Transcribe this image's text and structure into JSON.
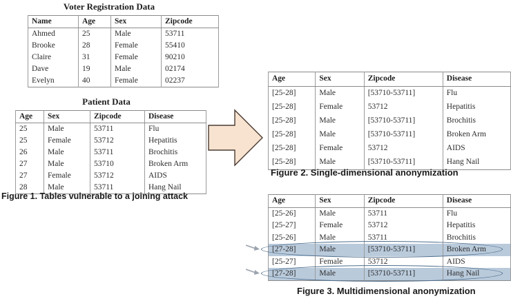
{
  "figure1": {
    "voter_table": {
      "title": "Voter Registration Data",
      "columns": [
        "Name",
        "Age",
        "Sex",
        "Zipcode"
      ],
      "rows": [
        [
          "Ahmed",
          "25",
          "Male",
          "53711"
        ],
        [
          "Brooke",
          "28",
          "Female",
          "55410"
        ],
        [
          "Claire",
          "31",
          "Female",
          "90210"
        ],
        [
          "Dave",
          "19",
          "Male",
          "02174"
        ],
        [
          "Evelyn",
          "40",
          "Female",
          "02237"
        ]
      ]
    },
    "patient_table": {
      "title": "Patient Data",
      "columns": [
        "Age",
        "Sex",
        "Zipcode",
        "Disease"
      ],
      "rows": [
        [
          "25",
          "Male",
          "53711",
          "Flu"
        ],
        [
          "25",
          "Female",
          "53712",
          "Hepatitis"
        ],
        [
          "26",
          "Male",
          "53711",
          "Brochitis"
        ],
        [
          "27",
          "Male",
          "53710",
          "Broken Arm"
        ],
        [
          "27",
          "Female",
          "53712",
          "AIDS"
        ],
        [
          "28",
          "Male",
          "53711",
          "Hang Nail"
        ]
      ]
    },
    "caption": "Figure 1. Tables vulnerable to a joining attack"
  },
  "figure2": {
    "table": {
      "columns": [
        "Age",
        "Sex",
        "Zipcode",
        "Disease"
      ],
      "rows": [
        [
          "[25-28]",
          "Male",
          "[53710-53711]",
          "Flu"
        ],
        [
          "[25-28]",
          "Female",
          "53712",
          "Hepatitis"
        ],
        [
          "[25-28]",
          "Male",
          "[53710-53711]",
          "Brochitis"
        ],
        [
          "[25-28]",
          "Male",
          "[53710-53711]",
          "Broken Arm"
        ],
        [
          "[25-28]",
          "Female",
          "53712",
          "AIDS"
        ],
        [
          "[25-28]",
          "Male",
          "[53710-53711]",
          "Hang Nail"
        ]
      ]
    },
    "caption": "Figure 2. Single-dimensional anonymization"
  },
  "figure3": {
    "table": {
      "columns": [
        "Age",
        "Sex",
        "Zipcode",
        "Disease"
      ],
      "rows": [
        [
          "[25-26]",
          "Male",
          "53711",
          "Flu"
        ],
        [
          "[25-27]",
          "Female",
          "53712",
          "Hepatitis"
        ],
        [
          "[25-26]",
          "Male",
          "53711",
          "Brochitis"
        ],
        [
          "[27-28]",
          "Male",
          "[53710-53711]",
          "Broken Arm"
        ],
        [
          "[25-27]",
          "Female",
          "53712",
          "AIDS"
        ],
        [
          "[27-28]",
          "Male",
          "[53710-53711]",
          "Hang Nail"
        ]
      ],
      "highlighted_row_indices": [
        3,
        5
      ]
    },
    "caption": "Figure 3. Multidimensional anonymization"
  },
  "annotations": {
    "transform_arrow": "right-arrow-icon",
    "highlight_ellipse": "ellipse-highlight",
    "pointer_arrow": "small-pointer-arrow-icon"
  },
  "colors": {
    "highlight_fill": "#b9cadb",
    "ellipse_stroke": "#4a6b8a",
    "arrow_fill": "#f7e3d0",
    "arrow_stroke": "#4a3a30",
    "table_border": "#8a8a8a",
    "text": "#2b2b2b",
    "background": "#ffffff"
  }
}
